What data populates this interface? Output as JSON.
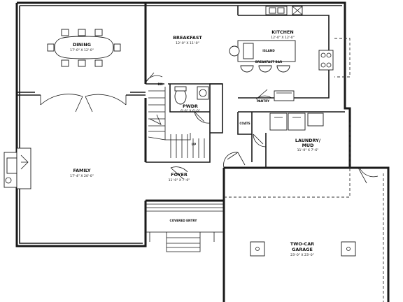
{
  "rooms": {
    "dining": {
      "name": "DINING",
      "dims": "17'-0\" X 12'-0\""
    },
    "breakfast": {
      "name": "BREAKFAST",
      "dims": "12'-0\" X 11'-0\""
    },
    "kitchen": {
      "name": "KITCHEN",
      "dims": "12'-0\" X 12'-0\""
    },
    "island": {
      "name": "ISLAND"
    },
    "bar": {
      "name": "BREAKFAST BAR"
    },
    "pantry": {
      "name": "PANTRY"
    },
    "pwdr": {
      "name": "PWDR",
      "dims": "6'-6\" X 6'-0\""
    },
    "coats": {
      "name": "COATS"
    },
    "laundry": {
      "name": "LAUNDRY/",
      "name2": "MUD",
      "dims": "11'-0\" X 7'-6\""
    },
    "family": {
      "name": "FAMILY",
      "dims": "17'-4\" X 20'-0\""
    },
    "foyer": {
      "name": "FOYER",
      "dims": "11'-0\" X 7'-0\""
    },
    "entry": {
      "name": "COVERED ENTRY"
    },
    "garage": {
      "name": "TWO-CAR",
      "name2": "GARAGE",
      "dims": "23'-0\" X 23'-0\""
    }
  },
  "stairs": {
    "dn": "DN",
    "up": "UP"
  }
}
